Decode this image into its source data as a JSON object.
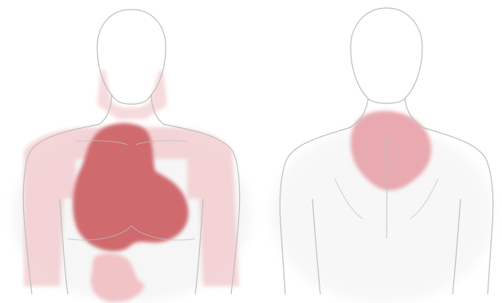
{
  "figures": [
    {
      "view": "front",
      "region_intensity": [
        {
          "region": "chest",
          "level": "strong"
        },
        {
          "region": "upper-abdomen",
          "level": "light"
        },
        {
          "region": "left-shoulder-and-arm",
          "level": "light"
        },
        {
          "region": "right-shoulder-and-arm",
          "level": "light"
        },
        {
          "region": "jaw-and-neck",
          "level": "light"
        }
      ]
    },
    {
      "view": "back",
      "region_intensity": [
        {
          "region": "upper-back",
          "level": "medium"
        }
      ]
    }
  ],
  "colors": {
    "background": "#ffffff",
    "outline": "#bfbfbf",
    "pain_strong": "#cf6a6e",
    "pain_medium": "#e8aab0",
    "pain_light": "#f2c8cb"
  }
}
